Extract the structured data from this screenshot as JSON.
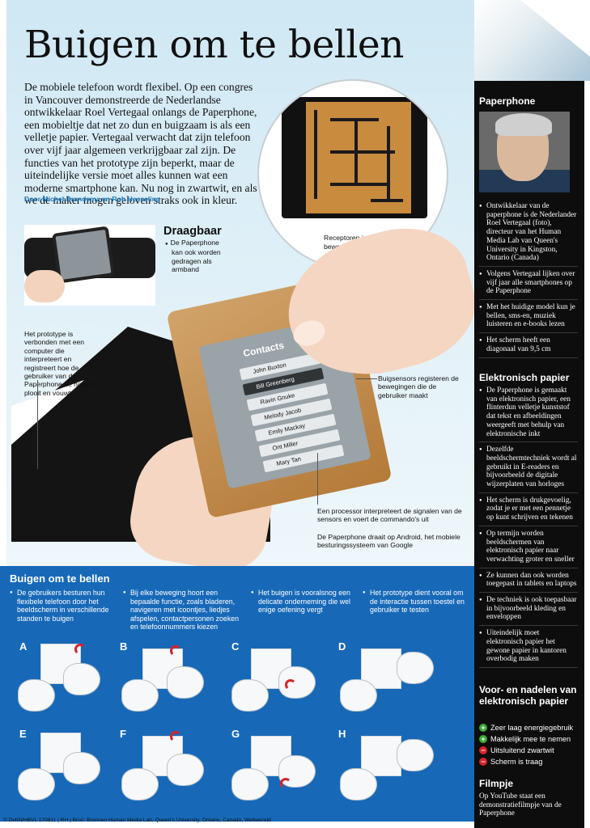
{
  "headline": "Buigen om te bellen",
  "intro": "De mobiele telefoon wordt flexibel. Op een congres in Vancouver demonstreerde de Nederlandse ontwikkelaar Roel Vertegaal onlangs de Paperphone, een mobieltje dat net zo dun en buigzaam is als een velletje papier. Vertegaal verwacht dat zijn telefoon over vijf jaar algemeen verkrijgbaar zal zijn. De functies van het prototype zijn beperkt, maar de uiteindelijke versie moet alles kunnen wat een moderne smartphone kan. Nu nog in zwartwit, en als we de maker mogen geloven straks ook in kleur.",
  "byline": "Door Michel Brandsma en Rob Hesseling",
  "draagbaar": {
    "title": "Draagbaar",
    "text": "De Paperphone kan ook worden gedragen als armband"
  },
  "captions": {
    "receptors": "Receptoren interpreteren de bewegingen van de gebruiker",
    "prototype": "Het prototype is verbonden met een computer die interpreteert en registreert hoe de gebruiker van de Paperphone de hoeken plooit en vouwt",
    "bend_sensors": "Buigsensors registeren de bewegingen die de gebruiker maakt",
    "processor": "Een processor interpreteert de signalen van de sensors en voert de commando's uit",
    "android": "De Paperphone draait op Android, het mobiele besturingssysteem van Google"
  },
  "screen": {
    "title": "Contacts",
    "contacts": [
      "John Buxton",
      "Bill Greenberg",
      "Ravin Gnuke",
      "Melody Jacob",
      "Emily Mackay",
      "Ont Miller",
      "Mary Tan"
    ]
  },
  "sidebar": {
    "paperphone_title": "Paperphone",
    "paperphone_items": [
      "Ontwikkelaar van de paperphone is de Nederlander Roel Vertegaal (foto), directeur van het Human Media Lab van Queen's University in Kingston, Ontario (Canada)",
      "Volgens Vertegaal lijken over vijf jaar alle smartphones op de Paperphone",
      "Met het huidige model kun je bellen, sms-en, muziek luisteren en e-books lezen",
      "Het scherm heeft een diagonaal van 9,5 cm"
    ],
    "epaper_title": "Elektronisch papier",
    "epaper_items": [
      "De Paperphone is gemaakt van elektronisch papier, een flinterdun velletje kunststof dat tekst en afbeeldingen weergeeft met behulp van elektronische inkt",
      "Dezelfde beeldschermtechniek wordt al gebruikt in E-readers en bijvoorbeeld de digitale wijzerplaten van horloges",
      "Het scherm is drukgevoelig, zodat je er met een pennetje op kunt schrijven en tekenen",
      "Op termijn worden beeldschermen van elektronisch papier naar verwachting groter en sneller",
      "Ze kunnen dan ook worden toegepast in tablets en laptops",
      "De techniek is ook toepasbaar in bijvoorbeeld kleding en enveloppen",
      "Uiteindelijk moet elektronisch papier het gewone papier in kantoren overbodig maken"
    ],
    "proscons_title": "Voor- en nadelen van elektronisch papier",
    "pros": [
      "Zeer laag energiegebruik",
      "Makkelijk mee te nemen"
    ],
    "cons": [
      "Uitsluitend zwartwit",
      "Scherm is traag"
    ],
    "film_title": "Filmpje",
    "film_text": "Op YouTube staat een demonstratiefilmpje van de Paperphone",
    "colors": {
      "plus": "#3aa935",
      "minus": "#d4232b"
    }
  },
  "steps": {
    "title": "Buigen om te bellen",
    "bullets": [
      "De gebruikers besturen hun flexibele telefoon door het beeldscherm in verschillende standen te buigen",
      "Bij elke beweging hoort een bepaalde functie, zoals bladeren, navigeren met icoontjes, liedjes afspelen, contactpersonen zoeken en telefoonnummers kiezen",
      "Het buigen is vooralsnog een delicate onderneming die wel enige oefening vergt",
      "Het prototype dient vooral om de interactie tussen toestel en gebruiker te testen"
    ],
    "letters": [
      "A",
      "B",
      "C",
      "D",
      "E",
      "F",
      "G",
      "H"
    ]
  },
  "footer": "© DvhN/HBVL 170611 | RH | Bron: Bronnen Human Media Lab, Queen's University, Ontario, Canada, Webwereld"
}
